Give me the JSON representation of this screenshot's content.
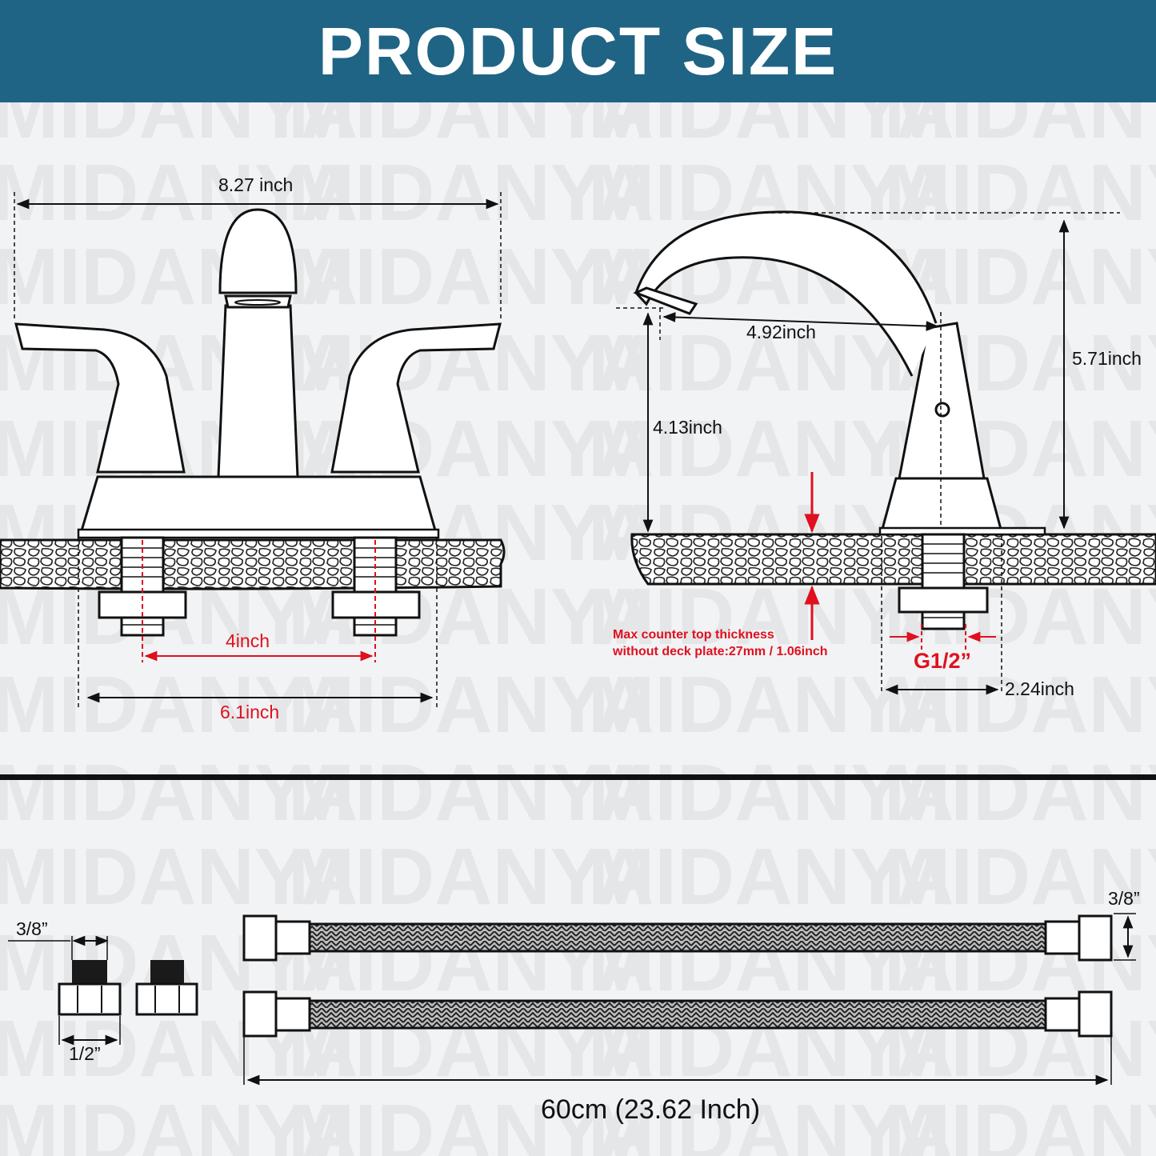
{
  "header": {
    "title": "PRODUCT SIZE"
  },
  "watermark": {
    "text": "MIDANYA"
  },
  "colors": {
    "header_bg": "#1f6484",
    "accent_red": "#e0101e",
    "line": "#111111",
    "background": "#f1f3f5"
  },
  "front_view": {
    "overall_width": "8.27 inch",
    "center_spacing": "4inch",
    "deckplate_width": "6.1inch"
  },
  "side_view": {
    "spout_reach": "4.92inch",
    "total_height": "5.71inch",
    "spout_height": "4.13inch",
    "counter_note_line1": "Max counter top thickness",
    "counter_note_line2": "without deck plate:27mm / 1.06inch",
    "thread_size": "G1/2”",
    "base_width": "2.24inch"
  },
  "accessories": {
    "adapter_top": "3/8”",
    "adapter_bottom": "1/2”",
    "hose_end": "3/8”",
    "hose_length": "60cm (23.62 Inch)"
  }
}
